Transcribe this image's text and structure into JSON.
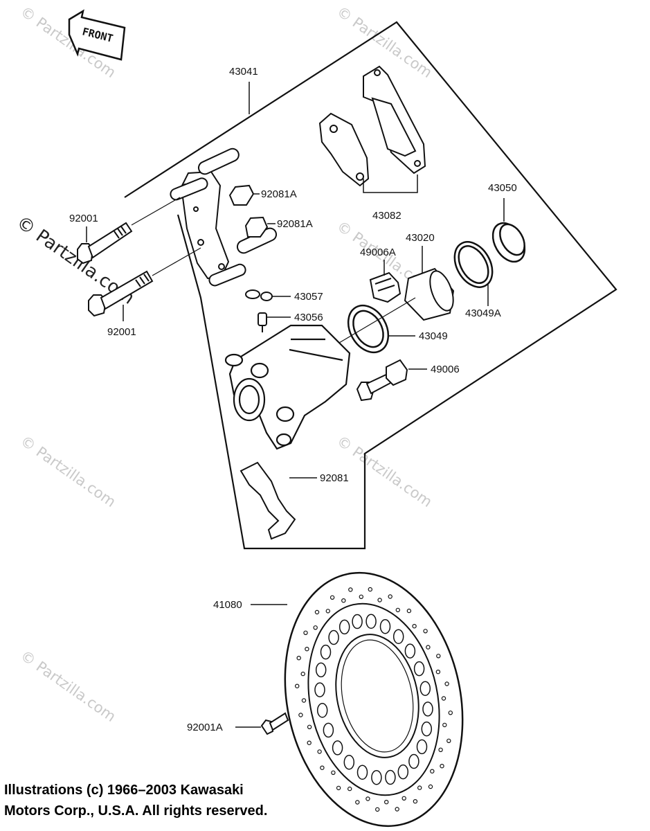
{
  "parts": {
    "p43041": "43041",
    "p92081A_top": "92081A",
    "p92081A_bottom": "92081A",
    "p43082": "43082",
    "p43050": "43050",
    "p92001_top": "92001",
    "p92001_bottom": "92001",
    "p49006A": "49006A",
    "p43020": "43020",
    "p43057": "43057",
    "p43056": "43056",
    "p43049": "43049",
    "p43049A": "43049A",
    "p49006": "49006",
    "p92081": "92081",
    "p41080": "41080",
    "p92001A": "92001A"
  },
  "front_arrow_text": "FRONT",
  "watermark": "© Partzilla.com",
  "copyright": {
    "line1": "Illustrations (c) 1966–2003 Kawasaki",
    "line2": "Motors Corp., U.S.A.  All rights reserved."
  }
}
